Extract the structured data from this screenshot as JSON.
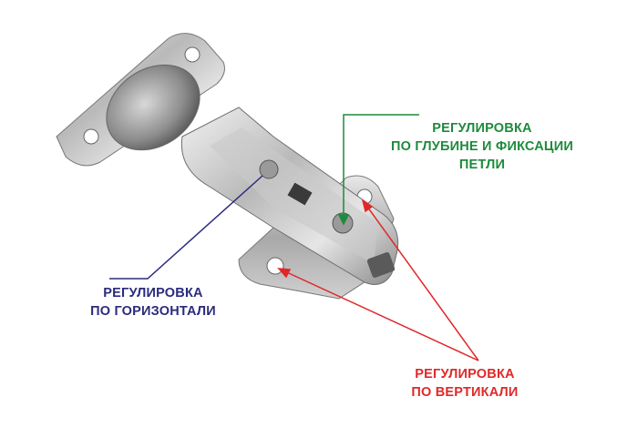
{
  "labels": {
    "depth": {
      "line1": "РЕГУЛИРОВКА",
      "line2": "ПО ГЛУБИНЕ И ФИКСАЦИИ",
      "line3": "ПЕТЛИ"
    },
    "horizontal": {
      "line1": "РЕГУЛИРОВКА",
      "line2": "ПО ГОРИЗОНТАЛИ"
    },
    "vertical": {
      "line1": "РЕГУЛИРОВКА",
      "line2": "ПО ВЕРТИКАЛИ"
    }
  },
  "colors": {
    "depth": "#1e8a3c",
    "horizontal": "#2b2b7e",
    "vertical": "#e02828"
  }
}
